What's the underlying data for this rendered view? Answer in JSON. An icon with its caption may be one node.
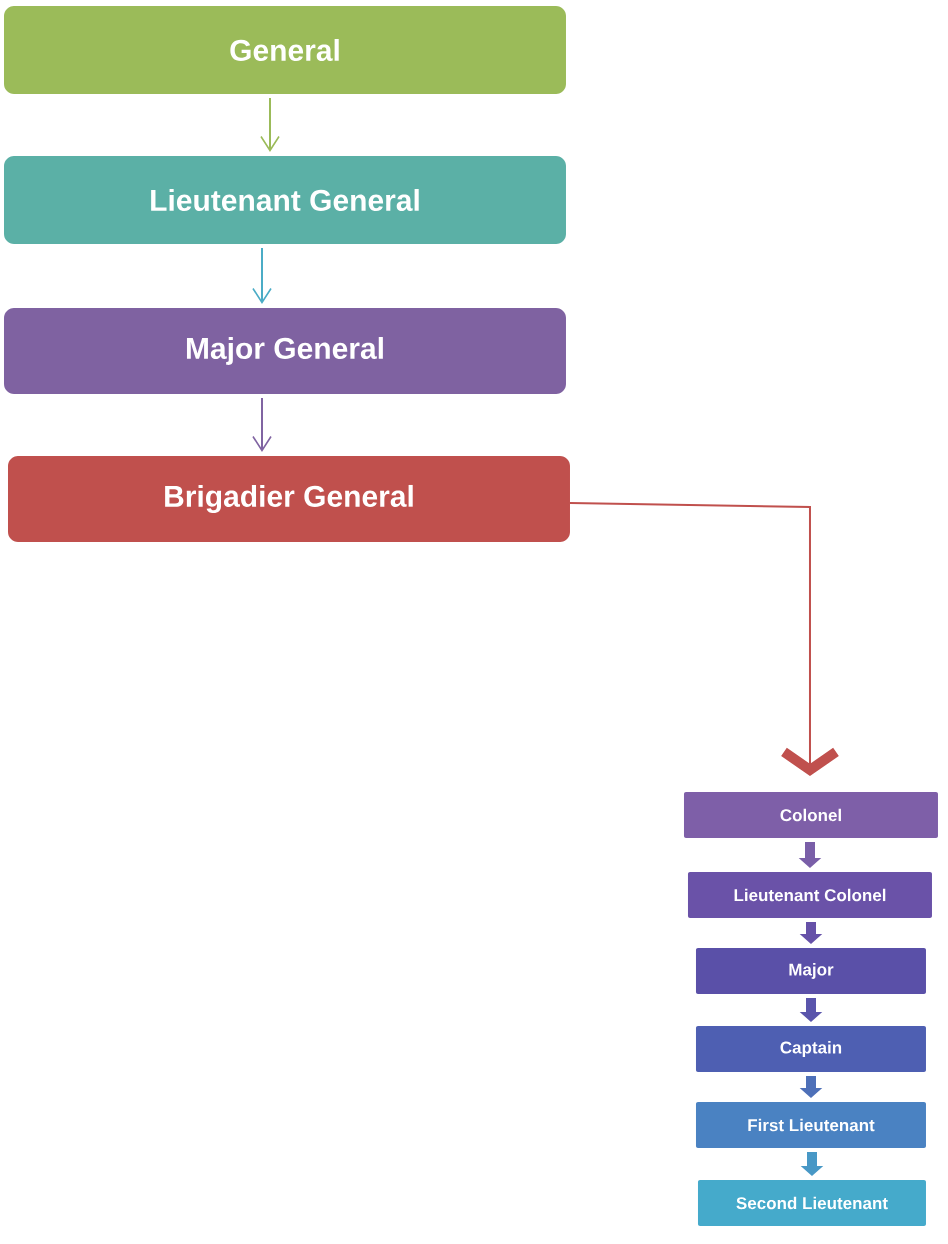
{
  "diagram": {
    "nodes": [
      {
        "text": [
          "General"
        ]
      },
      {
        "text": [
          "Lieutenant General"
        ]
      },
      {
        "text": [
          "Major General"
        ]
      },
      {
        "text": [
          "Brigadier General"
        ]
      },
      {
        "text": [
          "Colonel"
        ]
      },
      {
        "text": [
          "Lieutenant Colonel"
        ]
      },
      {
        "text": [
          "Major"
        ]
      },
      {
        "text": [
          "Captain"
        ]
      },
      {
        "text": [
          "First Lieutenant"
        ]
      },
      {
        "text": [
          "Second Lieutenant"
        ]
      }
    ],
    "edges": [
      {
        "from": 0,
        "to": 1,
        "arrow": "to",
        "color": "#9bbb59"
      },
      {
        "from": 1,
        "to": 2,
        "arrow": "to",
        "color": "#4bacc6"
      },
      {
        "from": 2,
        "to": 3,
        "arrow": "to",
        "color": "#8064a2"
      },
      {
        "from": 3,
        "to": 4,
        "arrow": "to",
        "color": "#c0504d"
      },
      {
        "from": 4,
        "to": 5,
        "arrow": "to",
        "color": "#7a5fa8"
      },
      {
        "from": 5,
        "to": 6,
        "arrow": "to",
        "color": "#6651a8"
      },
      {
        "from": 6,
        "to": 7,
        "arrow": "to",
        "color": "#5a55ac"
      },
      {
        "from": 7,
        "to": 8,
        "arrow": "to",
        "color": "#4e70b8"
      },
      {
        "from": 8,
        "to": 9,
        "arrow": "to",
        "color": "#4898c6"
      }
    ]
  }
}
